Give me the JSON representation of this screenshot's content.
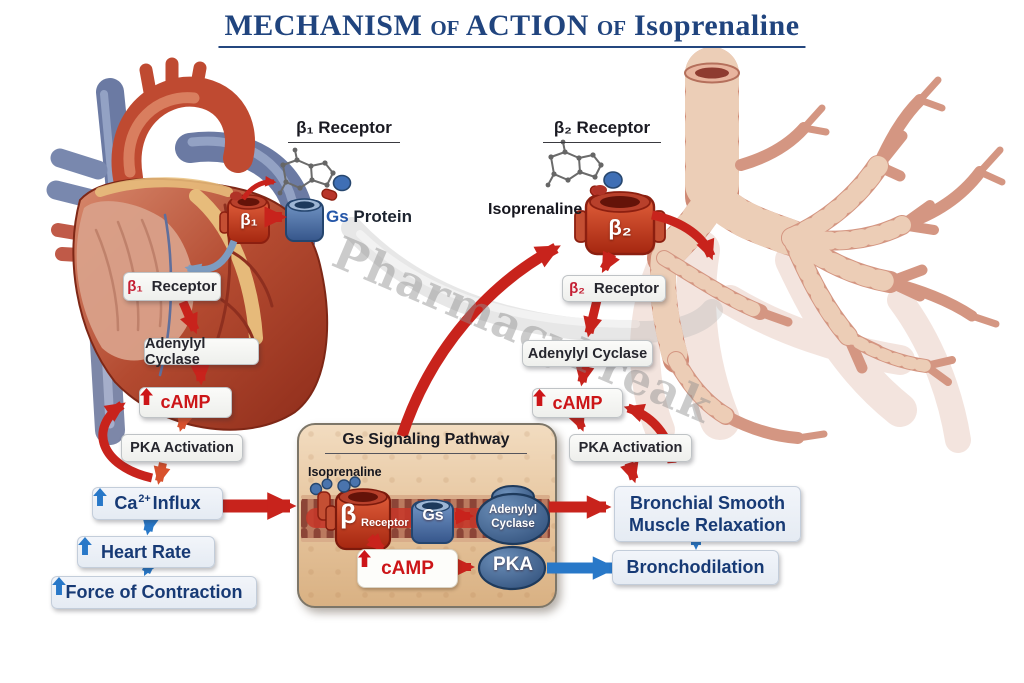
{
  "title": {
    "p1": "MECHANISM",
    "of1": "OF",
    "p2": "ACTION",
    "of2": "OF",
    "drug": "Isoprenaline"
  },
  "watermark": "PharmacyFreak",
  "heart_side": {
    "receptor_title": "β₁ Receptor",
    "receptor_tag": "β₁",
    "gs_protein": {
      "accent": "Gs",
      "rest": "Protein"
    },
    "receptor_box": {
      "sym": "β₁",
      "rest": "Receptor"
    },
    "adenylyl_cyclase": "Adenylyl Cyclase",
    "camp": "cAMP",
    "pka_activation": "PKA Activation",
    "ca_influx": {
      "pre": "Ca",
      "sup": "2+",
      "post": "Influx"
    },
    "heart_rate": "Heart Rate",
    "force_of_contraction": "Force of Contraction"
  },
  "lung_side": {
    "receptor_title": "β₂ Receptor",
    "receptor_tag": "β₂",
    "isoprenaline": "Isoprenaline",
    "receptor_box": {
      "sym": "β₂",
      "rest": "Receptor"
    },
    "adenylyl_cyclase": "Adenylyl Cyclase",
    "camp": "cAMP",
    "pka_activation": "PKA Activation",
    "bronchial": {
      "line1": "Bronchial Smooth",
      "line2": "Muscle Relaxation"
    },
    "bronchodilation": "Bronchodilation"
  },
  "pathway_box": {
    "title": "Gs Signaling Pathway",
    "isoprenaline": "Isoprenaline",
    "receptor": {
      "sym": "β",
      "rest": "Receptor"
    },
    "gs": "Gs",
    "adenylyl": {
      "line1": "Adenylyl",
      "line2": "Cyclase"
    },
    "camp": "cAMP",
    "pka": "PKA"
  },
  "colors": {
    "red": "#c8231c",
    "orange_red": "#d8512d",
    "blue": "#2878c8",
    "navy": "#173a75",
    "camp_red": "#cc1518",
    "title_navy": "#20447e",
    "beta_red": "#c41f33"
  }
}
